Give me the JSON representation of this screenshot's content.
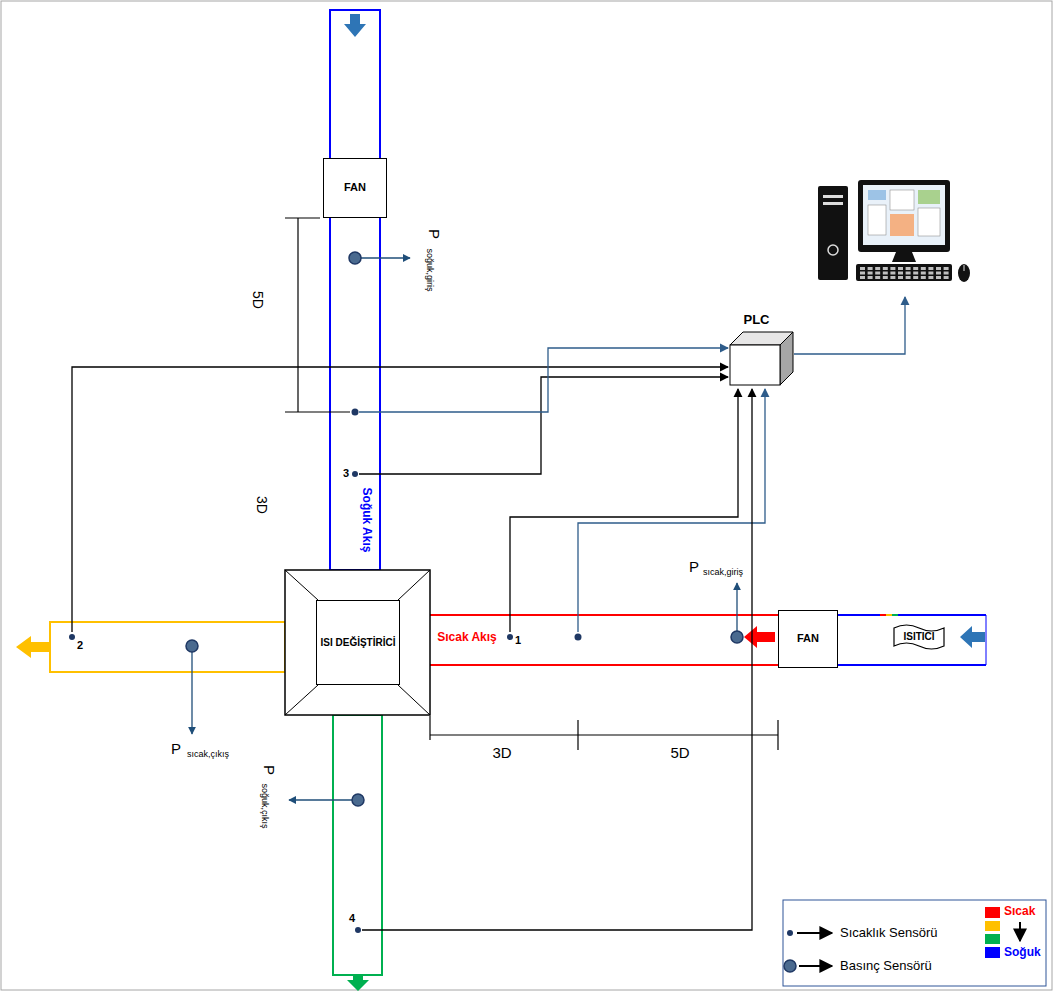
{
  "diagram": {
    "nodes": [
      {
        "text": [
          "FAN"
        ]
      },
      {
        "text": [
          "PLC"
        ]
      },
      {
        "text": [
          "ISI DEĞİŞTİRİCİ"
        ]
      },
      {
        "text": [
          "FAN"
        ]
      },
      {
        "text": [
          "ISITICI"
        ]
      }
    ],
    "labels": [
      "5D",
      "3D",
      "Soğuk Akış",
      "3",
      "P",
      "soğuk,giriş",
      "P",
      "sıcak,giriş",
      "Sıcak Akış",
      "1",
      "3D",
      "5D",
      "2",
      "P",
      "sıcak,çıkış",
      "P",
      "soğuk,çıkış",
      "4"
    ],
    "legend": [
      {
        "text": "Sıcak",
        "color": "#ff0000"
      },
      {
        "text": "Soğuk",
        "color": "#0000ff"
      },
      {
        "text": "Sıcaklık Sensörü"
      },
      {
        "text": "Basınç Sensörü"
      }
    ]
  }
}
